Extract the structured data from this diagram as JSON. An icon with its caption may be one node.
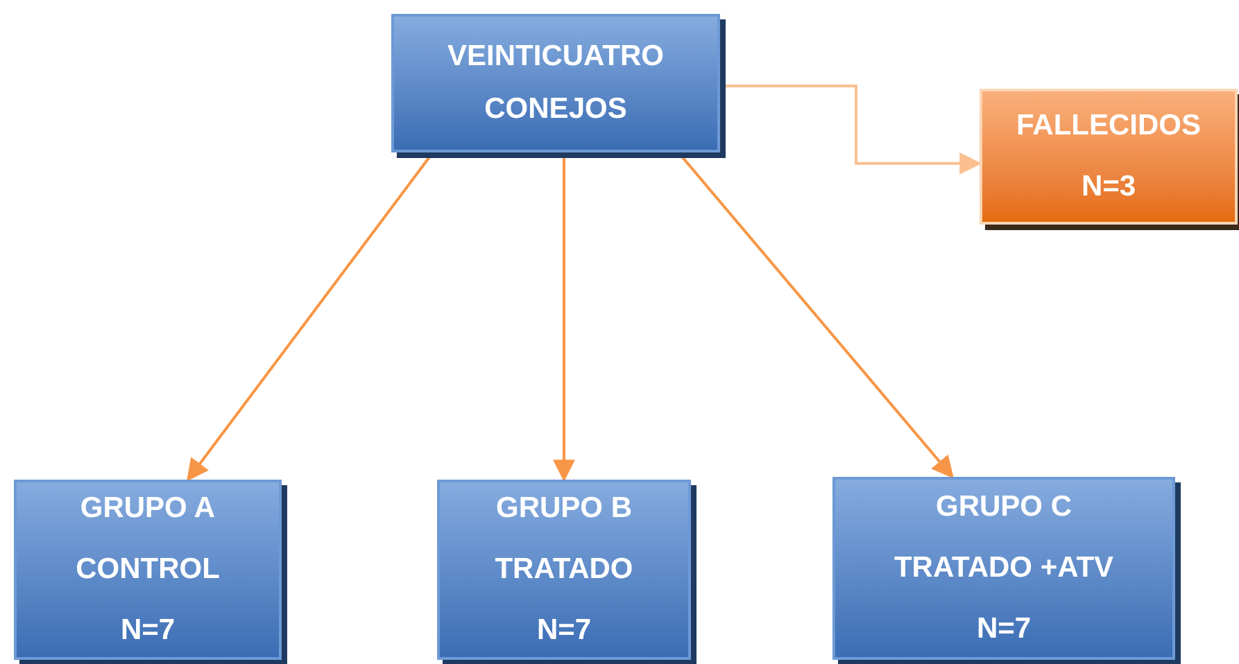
{
  "diagram": {
    "nodes": [
      {
        "text": [
          "VEINTICUATRO CONEJOS"
        ]
      },
      {
        "text": [
          "FALLECIDOS",
          "N=3"
        ]
      },
      {
        "text": [
          "GRUPO A",
          "CONTROL",
          "N=7"
        ]
      },
      {
        "text": [
          "GRUPO B",
          "TRATADO",
          "N=7"
        ]
      },
      {
        "text": [
          "GRUPO C",
          "TRATADO +ATV",
          "N=7"
        ]
      }
    ],
    "edges": [
      {
        "from": 0,
        "to": 1,
        "arrow": "to",
        "color": "#fac090"
      },
      {
        "from": 0,
        "to": 2,
        "arrow": "to"
      },
      {
        "from": 0,
        "to": 3,
        "arrow": "to"
      },
      {
        "from": 0,
        "to": 4,
        "arrow": "to"
      }
    ]
  }
}
